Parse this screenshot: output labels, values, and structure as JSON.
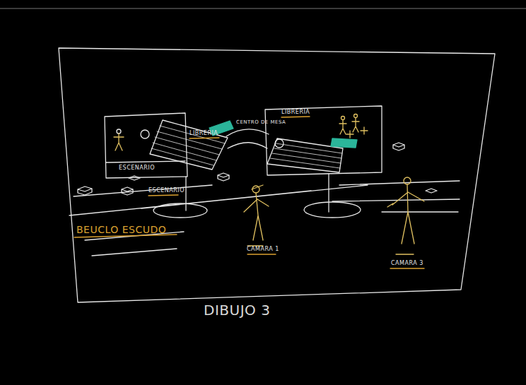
{
  "diagram": {
    "caption": "DIBUJO 3",
    "labels": [
      "LIBRERIA",
      "LIBRERIA",
      "ESCENARIO",
      "ESCENARIO",
      "CENTRO DE MESA",
      "BEUCLO ESCUDO",
      "CAMARA 1",
      "CAMARA 3"
    ]
  }
}
